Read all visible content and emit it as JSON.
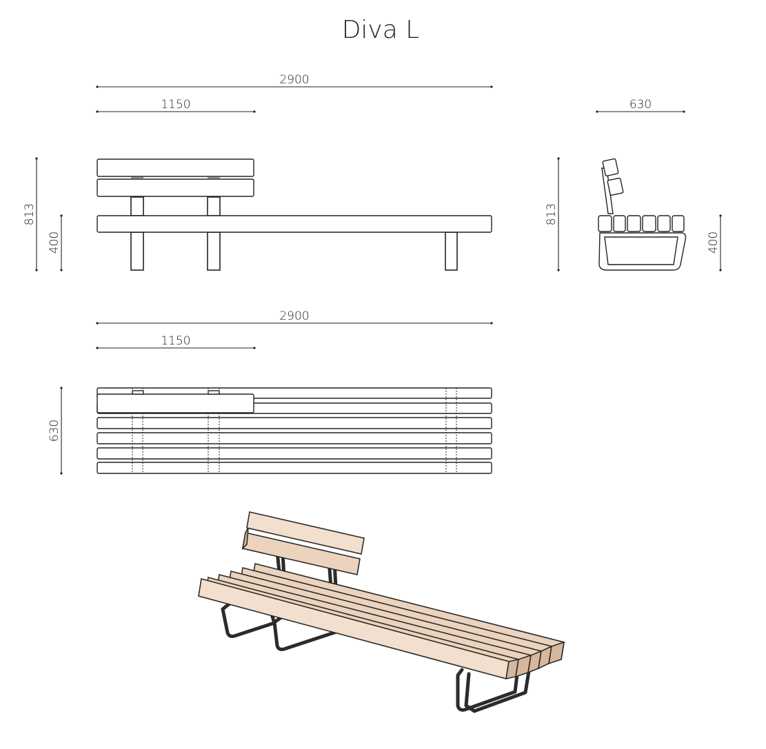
{
  "title": "Diva L",
  "views": {
    "front": {
      "dims": {
        "overall_length": "2900",
        "backrest_length": "1150",
        "overall_height": "813",
        "seat_height": "400"
      }
    },
    "side": {
      "dims": {
        "depth": "630",
        "overall_height": "813",
        "seat_height": "400"
      }
    },
    "top": {
      "dims": {
        "overall_length": "2900",
        "backrest_length": "1150",
        "depth": "630"
      }
    }
  },
  "colors": {
    "wood": "#ecd3bd",
    "metal": "#2b2b2b",
    "line": "#222222"
  }
}
